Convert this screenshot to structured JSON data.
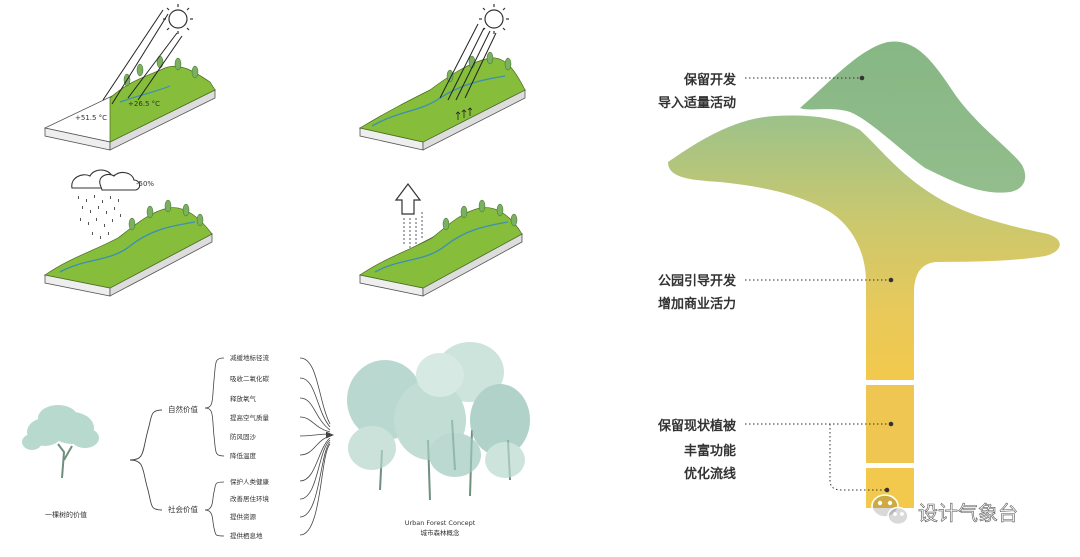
{
  "climate_panels": {
    "temp_cool": "+51.5 °C",
    "temp_warm": "+26.5 °C",
    "rain_reduction": "-50%"
  },
  "value_tree": {
    "root_label": "一棵树的价值",
    "natural": {
      "label": "自然价值",
      "items": [
        "减缓地标径流",
        "吸收二氧化碳",
        "释放氧气",
        "提高空气质量",
        "防风固沙",
        "降低温度"
      ]
    },
    "social": {
      "label": "社会价值",
      "items": [
        "保护人类健康",
        "改善居住环境",
        "提供资源",
        "提供栖息地"
      ]
    }
  },
  "forest_concept": {
    "title_en": "Urban Forest Concept",
    "title_cn": "城市森林概念"
  },
  "tree_strategy": {
    "top": [
      "保留开发",
      "导入适量活动"
    ],
    "middle": [
      "公园引导开发",
      "增加商业活力"
    ],
    "bottom": [
      "保留现状植被",
      "丰富功能",
      "优化流线"
    ]
  },
  "watermark": "设计气象台",
  "colors": {
    "green": "#86bd3a",
    "crown": "#8cb88d",
    "trunk_gold": "#f2c94c",
    "leaf": "#a9cfc4"
  }
}
